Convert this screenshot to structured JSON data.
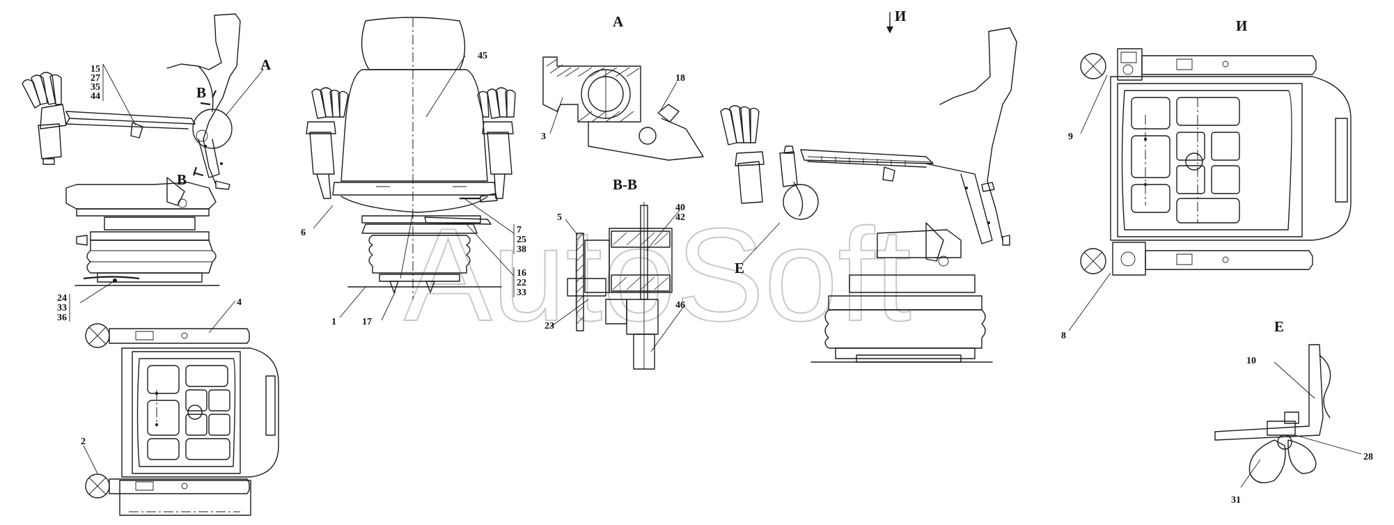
{
  "watermark": "AutoSoft",
  "view_labels": {
    "A": "А",
    "B1": "В",
    "B2": "В",
    "section_BB": "В-В",
    "view_A": "А",
    "arrow_I": "И",
    "view_I": "И",
    "E_marker": "Е",
    "view_E": "Е"
  },
  "callouts": {
    "c15": "15",
    "c27": "27",
    "c35": "35",
    "c44": "44",
    "c24": "24",
    "c33a": "33",
    "c36": "36",
    "c4": "4",
    "c2": "2",
    "c45": "45",
    "c6": "6",
    "c7": "7",
    "c25": "25",
    "c38": "38",
    "c16": "16",
    "c22": "22",
    "c33b": "33",
    "c1": "1",
    "c17": "17",
    "c18": "18",
    "c3": "3",
    "c5": "5",
    "c40": "40",
    "c42": "42",
    "c23": "23",
    "c46": "46",
    "c9": "9",
    "c8": "8",
    "c10": "10",
    "c28": "28",
    "c31": "31"
  }
}
